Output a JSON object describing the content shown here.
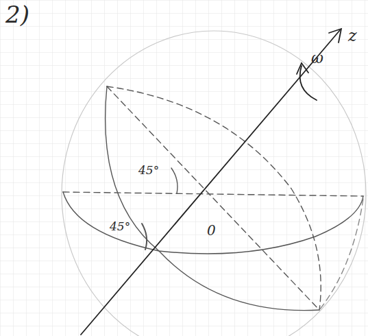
{
  "diagram": {
    "labels": [
      "2)",
      "ω",
      "z",
      "45°",
      "45°",
      "0"
    ]
  }
}
